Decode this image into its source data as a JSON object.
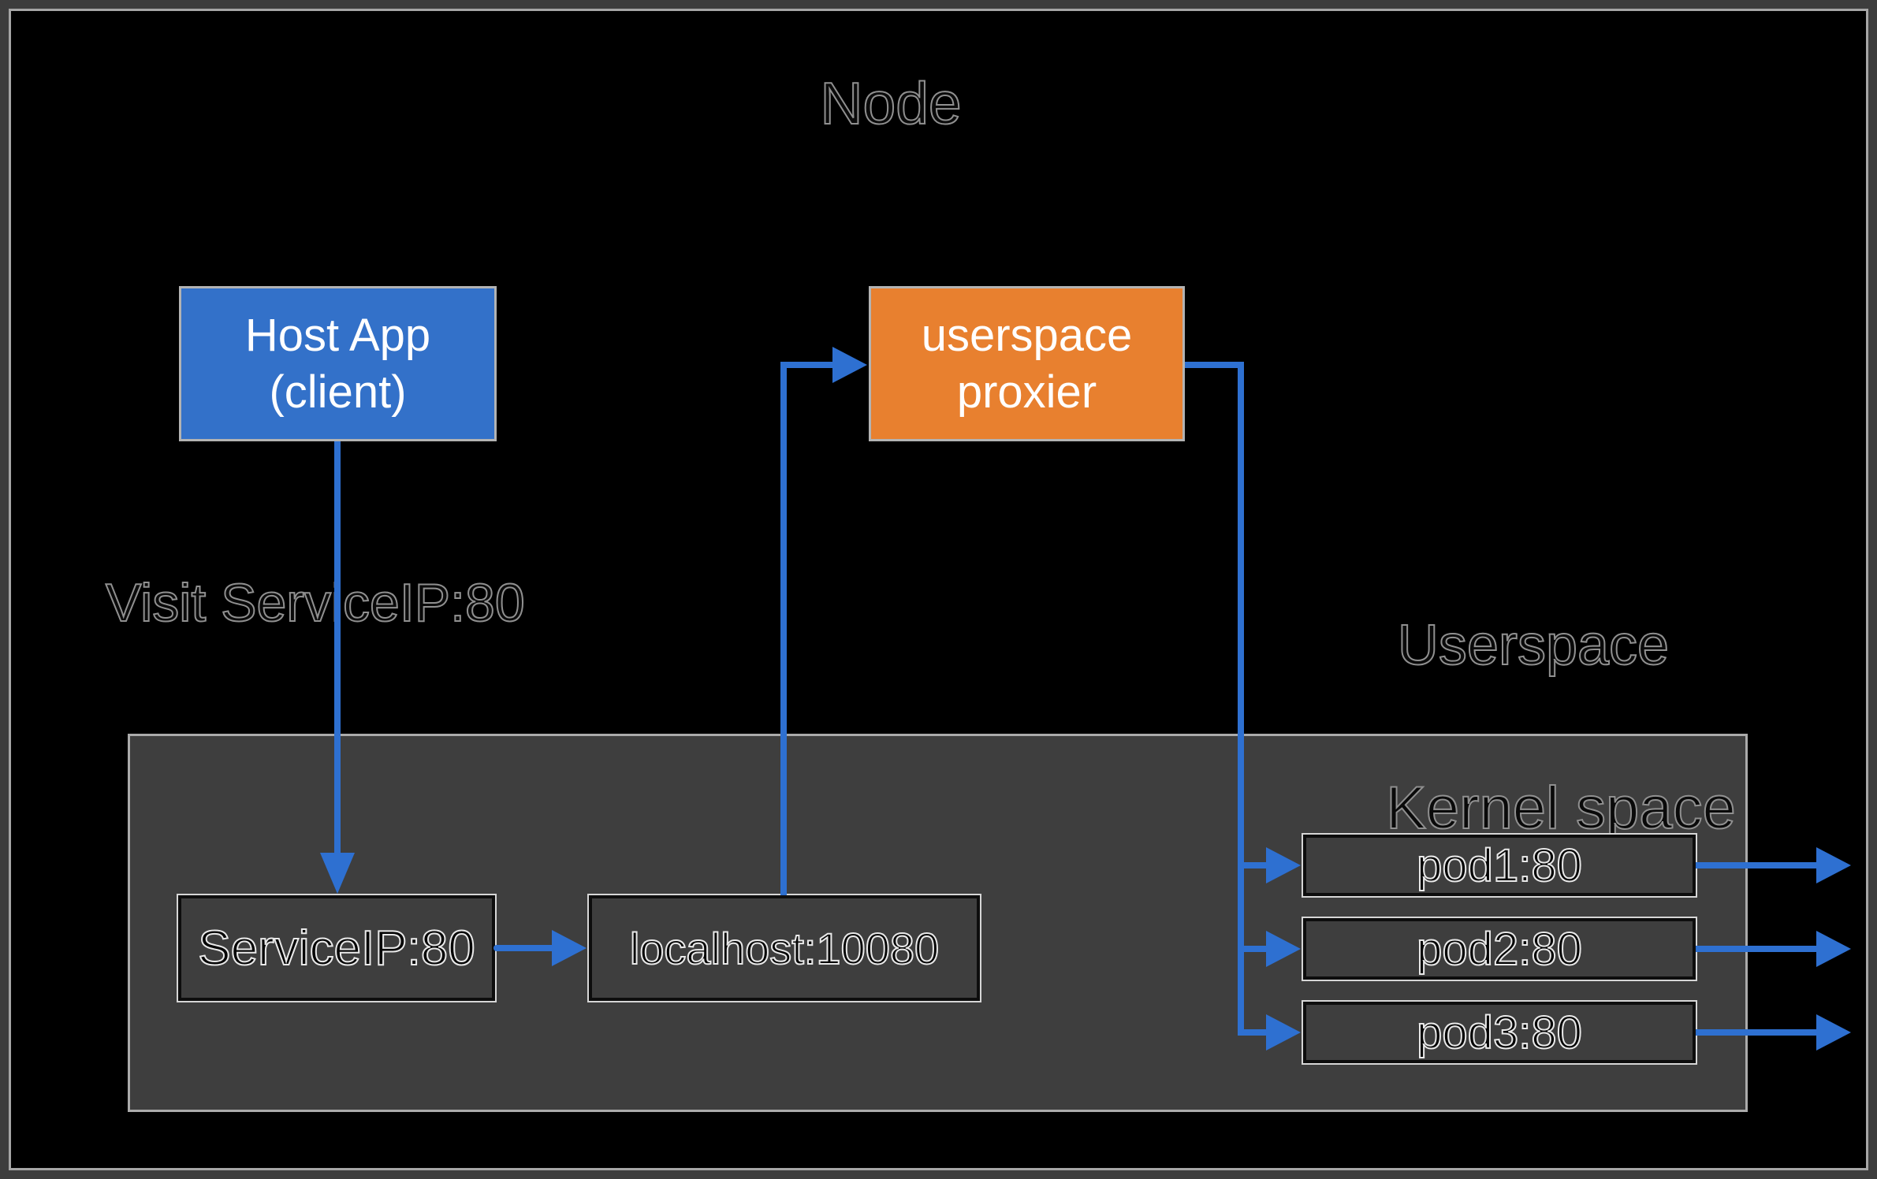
{
  "node": {
    "title": "Node"
  },
  "labels": {
    "visit": "Visit ServiceIP:80",
    "userspace": "Userspace",
    "kernel_space": "Kernel space"
  },
  "host_app": {
    "line1": "Host App",
    "line2": "(client)"
  },
  "proxier": {
    "line1": "userspace",
    "line2": "proxier"
  },
  "kernel": {
    "service": "ServiceIP:80",
    "localhost": "localhost:10080",
    "pods": [
      {
        "label": "pod1:80"
      },
      {
        "label": "pod2:80"
      },
      {
        "label": "pod3:80"
      }
    ]
  },
  "colors": {
    "background": "#000000",
    "node_border": "#3d3d3d",
    "border_highlight": "#a6a6a6",
    "kernel_background": "#3e3e3e",
    "blue_fill": "#3371c9",
    "orange_fill": "#e8802f",
    "arrow_blue": "#2e70d1",
    "box_text": "#ffffff"
  }
}
